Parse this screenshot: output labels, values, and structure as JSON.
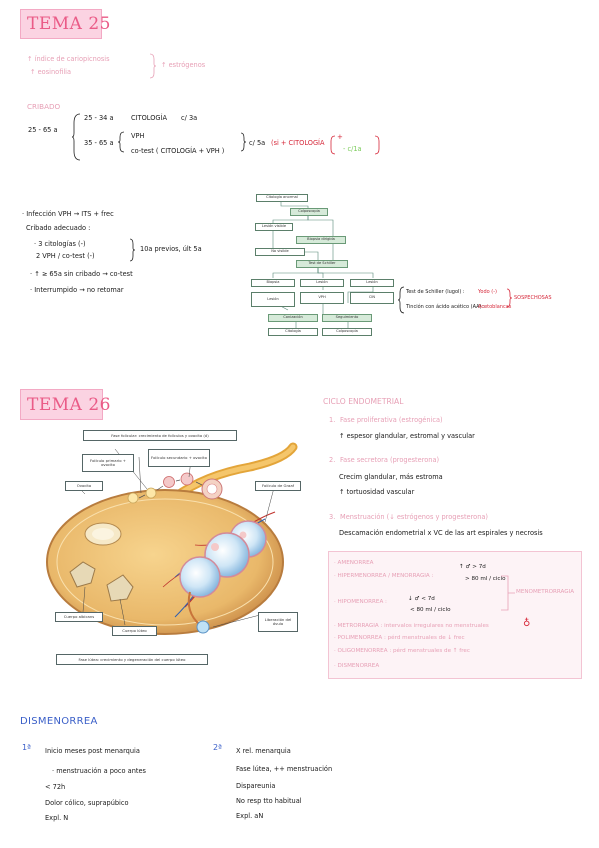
{
  "tema25": {
    "title": "TEMA 25",
    "intro": [
      "↑ índice de cariopicnosis",
      "↑ eosinofilia",
      "↑ estrógenos"
    ],
    "cribado_label": "CRIBADO",
    "age_range": "25 - 65 a",
    "branch1_age": "25 - 34 a",
    "branch1_text": "CITOLOGÍA",
    "branch1_freq": "c/ 3a",
    "branch2_age": "35 - 65 a",
    "branch2_opt1": "VPH",
    "branch2_opt2": "co-test  ( CITOLOGÍA + VPH )",
    "branch2_freq": "c/ 5a",
    "positive_note": "(si + CITOLOGÍA",
    "positive_sign": "+",
    "negative_note": "- c/1a",
    "notes": [
      "· Infección VPH → ITS + frec",
      "Cribado adecuado :",
      "· 3 citologías (-)",
      "2 VPH / co-test (-)",
      "· ↑ ≥ 65a sin cribado → co-test",
      "· Interrumpido → no retomar"
    ],
    "notes_brace": "10a previos, últ 5a",
    "flowchart": {
      "boxes": [
        "Citología anormal",
        "Colposcopia",
        "Lesión visible",
        "Biopsia dirigida",
        "No visible",
        "Test de Schiller",
        "Biopsia",
        "Lesión",
        "Lesión",
        "Lesión",
        "VPH",
        "CIN",
        "Conización",
        "Seguimiento",
        "Citología",
        "Colposcopia"
      ],
      "schiller": "Test de Schiller (lugol) :",
      "schiller_result": "Yodo (-)",
      "schiller_result_label": "SOSPECHOSAS",
      "acetic": "Tinción con ácido acético (AA) :",
      "acetic_result": "Acetoblancas"
    }
  },
  "tema26": {
    "title": "TEMA 26",
    "diagram_labels": {
      "top": "Fase folicular: crecimiento de folículos y ovocito (ó)",
      "left_box": "Folículo primario + ovocito",
      "mid_box": "Folículo secundario + ovocito",
      "ovocito": "Ovocito",
      "graaf": "Folículo de Graaf",
      "cuerpo_albicans": "Cuerpo albicans",
      "cuerpo_luteo": "Cuerpo lúteo",
      "liberacion": "Liberación del óvulo",
      "bottom": "Fase lútea: crecimiento y degeneración del cuerpo lúteo"
    },
    "ciclo_title": "CICLO ENDOMETRIAL",
    "fases": [
      {
        "num": "1.",
        "name": "Fase proliferativa (estrogénica)",
        "desc": "↑ espesor glandular, estromal y vascular"
      },
      {
        "num": "2.",
        "name": "Fase secretora (progesterona)",
        "desc1": "Crecim glandular, más estroma",
        "desc2": "↑ tortuosidad vascular"
      },
      {
        "num": "3.",
        "name": "Menstruación (↓ estrógenos y progesterona)",
        "desc": "Descamación endometrial x VC de las art espirales y necrosis"
      }
    ],
    "alterations": [
      "· AMENORREA",
      "· HIPERMENORREA / MENORRAGIA :",
      "· HIPOMENORREA :",
      "· METRORRAGIA : intervalos irregulares no menstruales",
      "· POLIMENORREA : pérd menstruales de ↓ frec",
      "· OLIGOMENORREA : pérd menstruales de ↑ frec",
      "· DISMENORREA"
    ],
    "hiper_details": [
      "↑ ♂ > 7d",
      "> 80 ml / ciclo"
    ],
    "hipo_details": [
      "↓ ♂ < 7d",
      "< 80 ml / ciclo"
    ],
    "menometrorragia": "MENOMETRORRAGIA",
    "metro_symbol": "♁"
  },
  "dismenorrea": {
    "title": "DISMENORREA",
    "col1": {
      "num": "1ª",
      "lines": [
        "Inicio meses post menarquia",
        "· menstruación a poco antes",
        "< 72h",
        "Dolor cólico, suprapúbico",
        "Expl. N"
      ]
    },
    "col2": {
      "num": "2ª",
      "lines": [
        "X rel. menarquia",
        "Fase lútea, ++ menstruación",
        "Dispareunia",
        "No resp tto habitual",
        "Expl. aN"
      ]
    }
  }
}
